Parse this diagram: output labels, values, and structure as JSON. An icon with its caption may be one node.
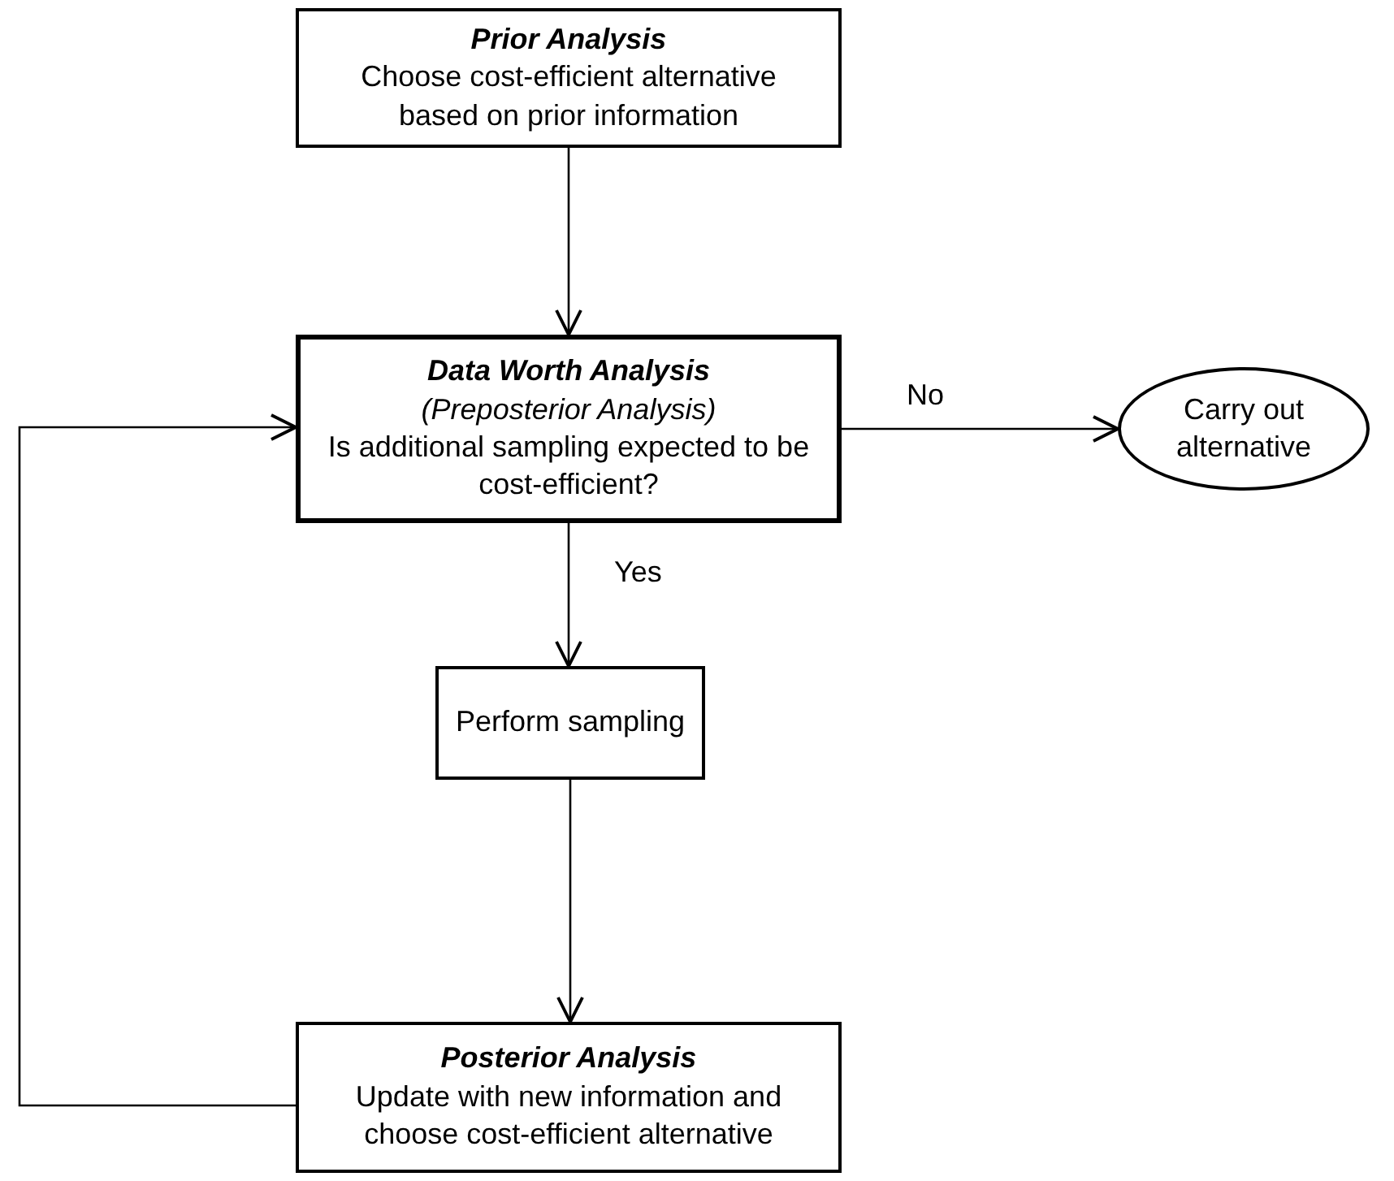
{
  "diagram": {
    "nodes": [
      {
        "text": [
          "Prior Analysis",
          "Choose cost-efficient alternative based on prior information"
        ]
      },
      {
        "text": [
          "Data Worth Analysis",
          "(Preposterior Analysis)",
          "Is additional sampling expected to be cost-efficient?"
        ]
      },
      {
        "text": [
          "Carry out alternative"
        ]
      },
      {
        "text": [
          "Perform sampling"
        ]
      },
      {
        "text": [
          "Posterior Analysis",
          "Update with new information and choose cost-efficient alternative"
        ]
      }
    ],
    "edges": [
      {
        "from": 0,
        "to": 1,
        "arrow": "to"
      },
      {
        "from": 1,
        "to": 2,
        "arrow": "to",
        "label": "No"
      },
      {
        "from": 1,
        "to": 3,
        "arrow": "to",
        "label": "Yes"
      },
      {
        "from": 3,
        "to": 4,
        "arrow": "to"
      },
      {
        "from": 4,
        "to": 1,
        "arrow": "to"
      }
    ]
  }
}
